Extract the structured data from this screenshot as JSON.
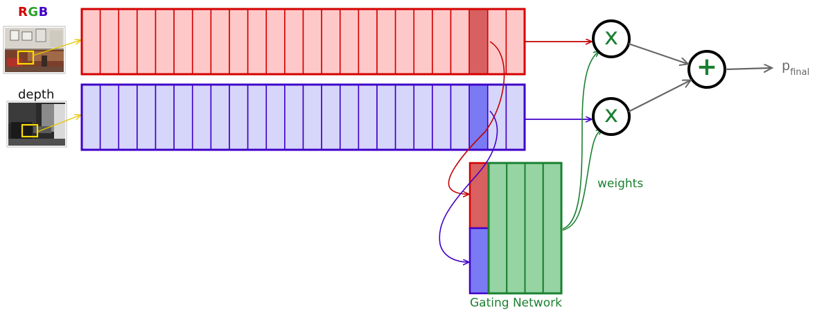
{
  "labels": {
    "rgb_r": "R",
    "rgb_g": "G",
    "rgb_b": "B",
    "depth": "depth",
    "weights": "weights",
    "gating_network": "Gating Network",
    "p_main": "p",
    "p_sub": "final"
  },
  "operators": {
    "multiply_symbol": "x",
    "add_symbol": "+"
  },
  "colors": {
    "rgb_red": "#d40000",
    "rgb_green": "#2ca02c",
    "rgb_blue": "#3f00c8",
    "red_fill": "#ffc8c8",
    "red_highlight": "#d86060",
    "blue_fill": "#d6d6fa",
    "blue_highlight": "#7a7af5",
    "green_fill": "#96d4a4",
    "green_stroke": "#1a8030",
    "gray_arrow": "#666666",
    "yellow_box": "#ffdd00"
  },
  "diagram": {
    "feature_cells_per_row": 24,
    "highlighted_cell_index": 21,
    "gating_network_columns": 4,
    "icons": [
      "rgb-image-thumbnail",
      "depth-image-thumbnail"
    ]
  }
}
